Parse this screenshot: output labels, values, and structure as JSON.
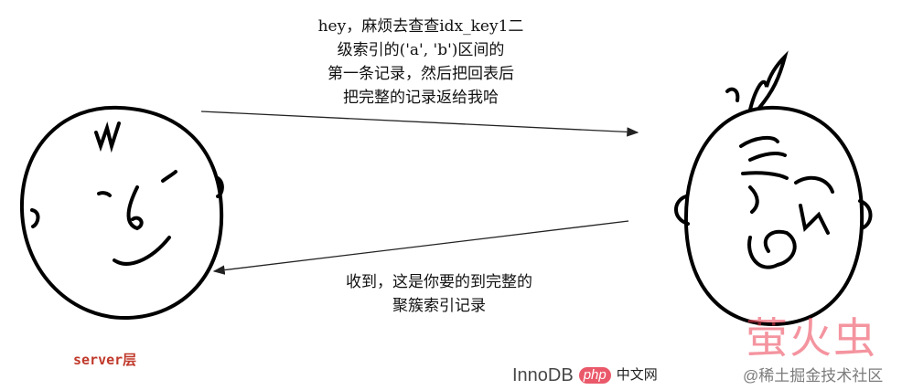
{
  "request_message": {
    "lines": [
      "hey，麻烦去查查idx_key1二",
      "级索引的('a', 'b')区间的",
      "第一条记录，然后把回表后",
      "把完整的记录返给我哈"
    ]
  },
  "response_message": {
    "lines": [
      "收到，这是你要的到完整的",
      "聚簇索引记录"
    ]
  },
  "server_label": "server层",
  "watermarks": {
    "red": "萤火虫",
    "innodb": "InnoDB",
    "php": "php",
    "php_cn": "中文网",
    "juejin": "@稀土掘金技术社区"
  },
  "colors": {
    "server_label": "#c0392b",
    "ink": "#000000"
  }
}
